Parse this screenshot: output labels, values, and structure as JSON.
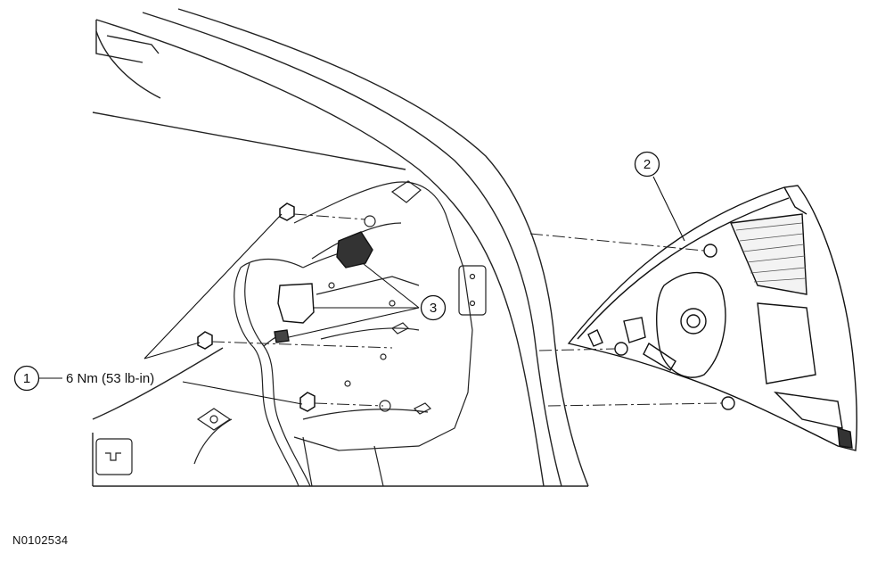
{
  "callouts": {
    "fastener": "1",
    "lamp": "2",
    "connectors": "3"
  },
  "torque_spec": "6 Nm (53 lb-in)",
  "figure_id": "N0102534"
}
